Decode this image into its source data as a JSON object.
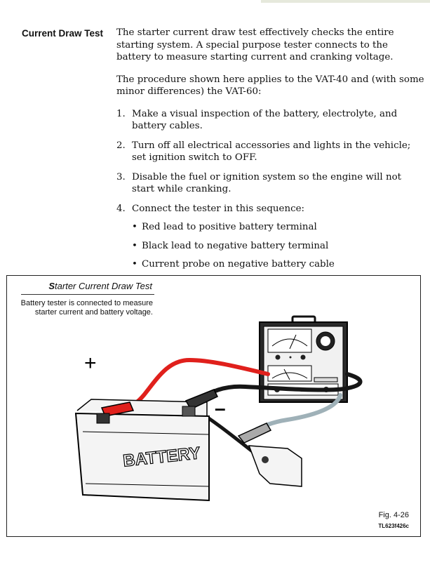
{
  "section": {
    "heading": "Current Draw Test",
    "intro": "The starter current draw test effectively checks the entire starting system. A special purpose tester connects to the battery to measure starting current and cranking voltage.",
    "procedure_note": "The procedure shown here applies to the VAT-40 and (with some minor differences) the VAT-60:",
    "steps": [
      {
        "num": "1.",
        "text": "Make a visual inspection of the battery, electrolyte, and battery cables."
      },
      {
        "num": "2.",
        "text": "Turn off all electrical accessories and lights in the vehicle; set ignition switch to OFF."
      },
      {
        "num": "3.",
        "text": "Disable the fuel or ignition system so the engine will not start while cranking."
      },
      {
        "num": "4.",
        "text": "Connect the tester in this sequence:"
      }
    ],
    "bullets": [
      "Red lead to positive battery terminal",
      "Black lead to negative battery terminal",
      "Current probe on negative battery cable"
    ]
  },
  "figure": {
    "title_first_letter": "S",
    "title_rest": "tarter Current Draw Test",
    "caption_line1": "Battery tester is connected to measure",
    "caption_line2": "starter current and battery voltage.",
    "plus_label": "+",
    "minus_label": "–",
    "battery_label": "BATTERY",
    "fig_number": "Fig. 4-26",
    "fig_code": "TL623f426c"
  },
  "colors": {
    "red_lead": "#e0201c",
    "black_lead": "#161616",
    "probe_cable": "#9fb1b8"
  }
}
